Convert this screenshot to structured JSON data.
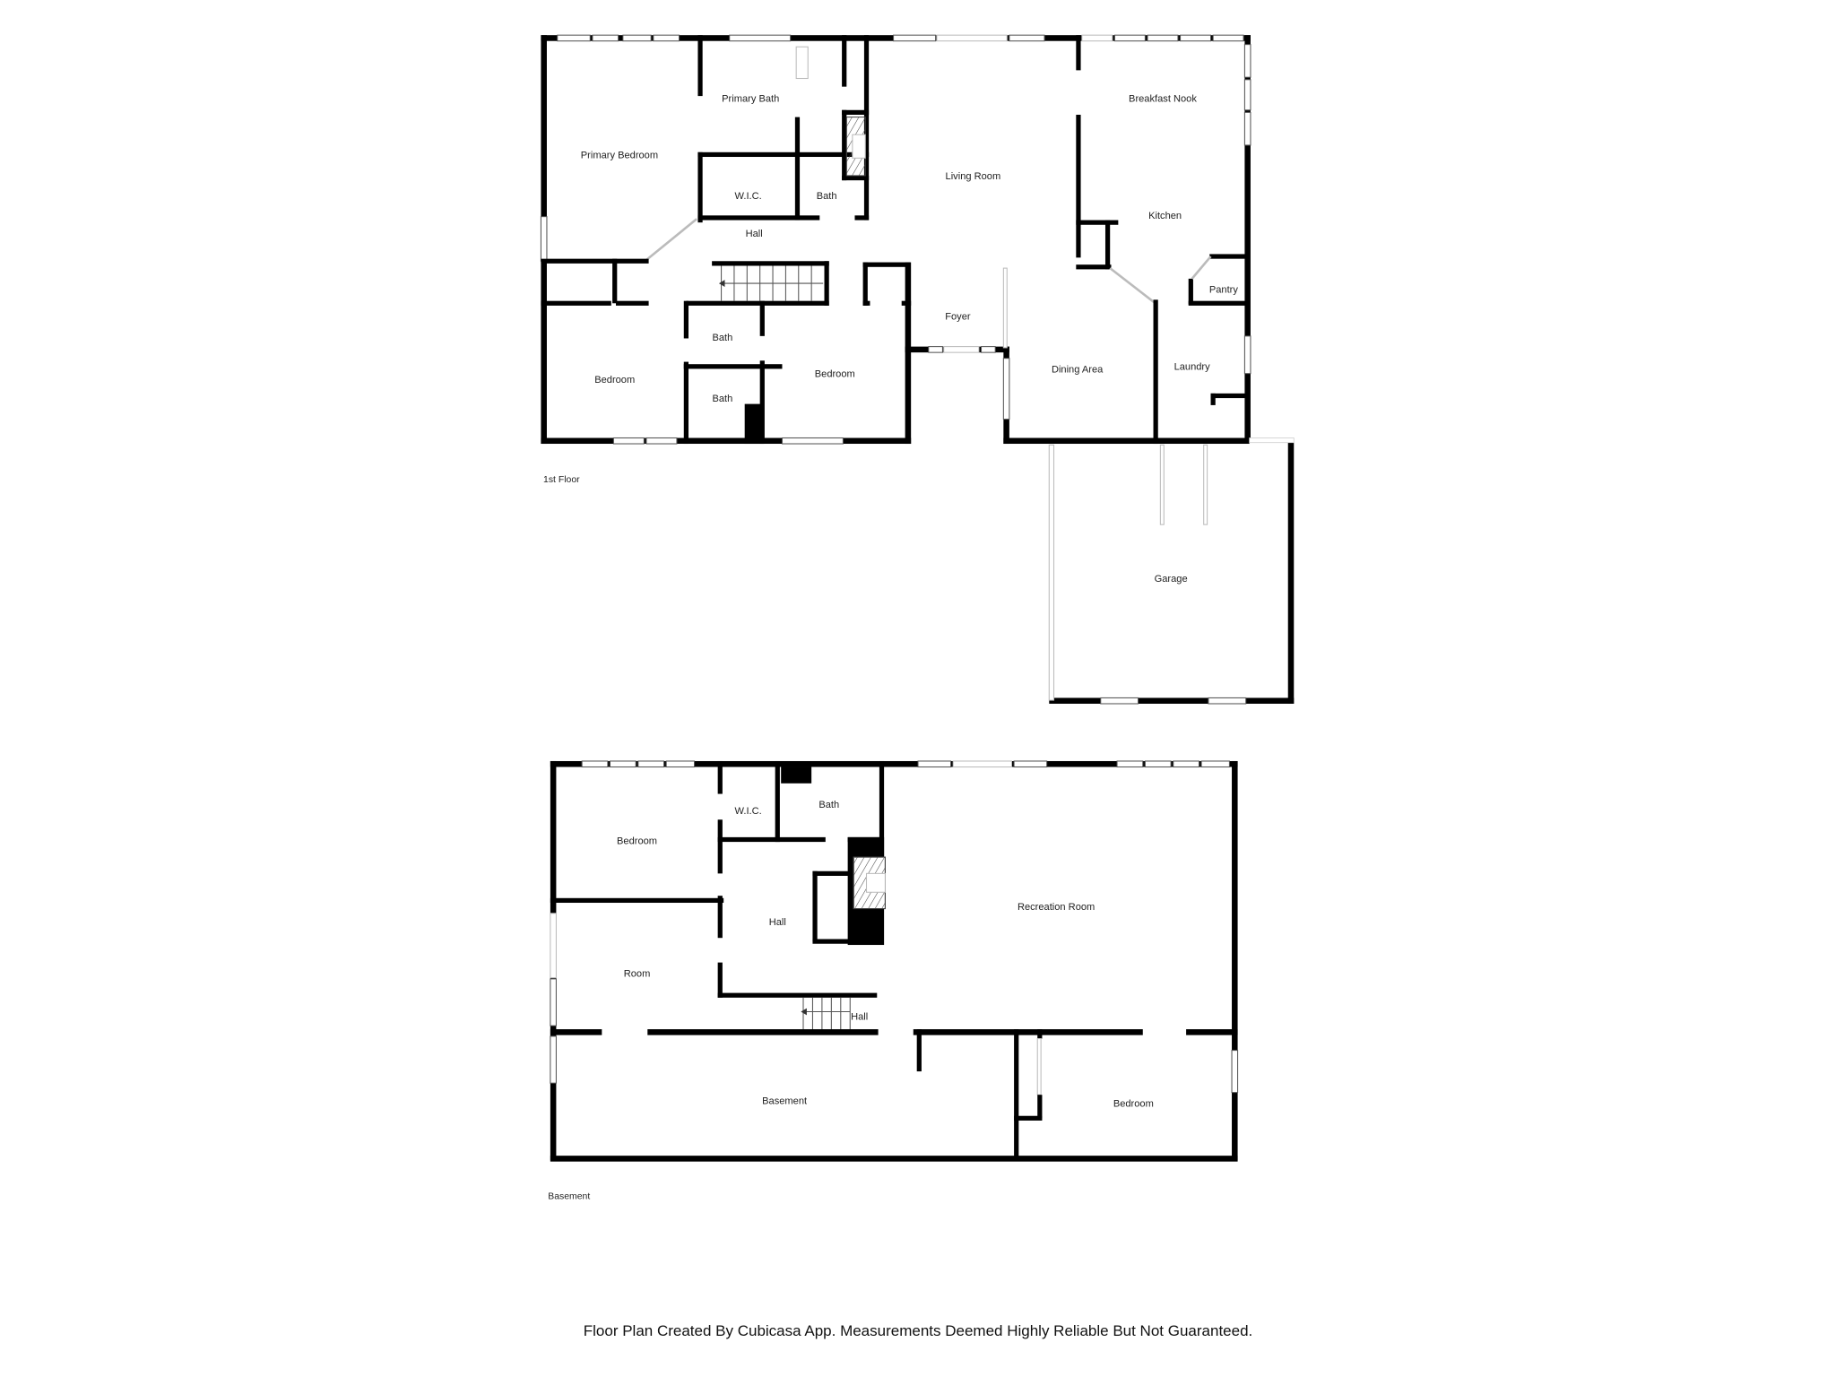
{
  "floors": [
    {
      "name": "1st Floor",
      "rooms": [
        {
          "label": "Primary Bedroom"
        },
        {
          "label": "Primary Bath"
        },
        {
          "label": "W.I.C."
        },
        {
          "label": "Bath"
        },
        {
          "label": "Hall"
        },
        {
          "label": "Living Room"
        },
        {
          "label": "Breakfast Nook"
        },
        {
          "label": "Kitchen"
        },
        {
          "label": "Pantry"
        },
        {
          "label": "Foyer"
        },
        {
          "label": "Bath"
        },
        {
          "label": "Bath"
        },
        {
          "label": "Bedroom"
        },
        {
          "label": "Bedroom"
        },
        {
          "label": "Dining Area"
        },
        {
          "label": "Laundry"
        },
        {
          "label": "Garage"
        }
      ]
    },
    {
      "name": "Basement",
      "rooms": [
        {
          "label": "Bedroom"
        },
        {
          "label": "W.I.C."
        },
        {
          "label": "Bath"
        },
        {
          "label": "Hall"
        },
        {
          "label": "Recreation Room"
        },
        {
          "label": "Room"
        },
        {
          "label": "Hall"
        },
        {
          "label": "Basement"
        },
        {
          "label": "Bedroom"
        }
      ]
    }
  ],
  "footer": {
    "disclaimer": "Floor Plan Created By Cubicasa App. Measurements Deemed Highly Reliable But Not Guaranteed."
  },
  "colors": {
    "wall": "#000000",
    "background": "#ffffff"
  }
}
